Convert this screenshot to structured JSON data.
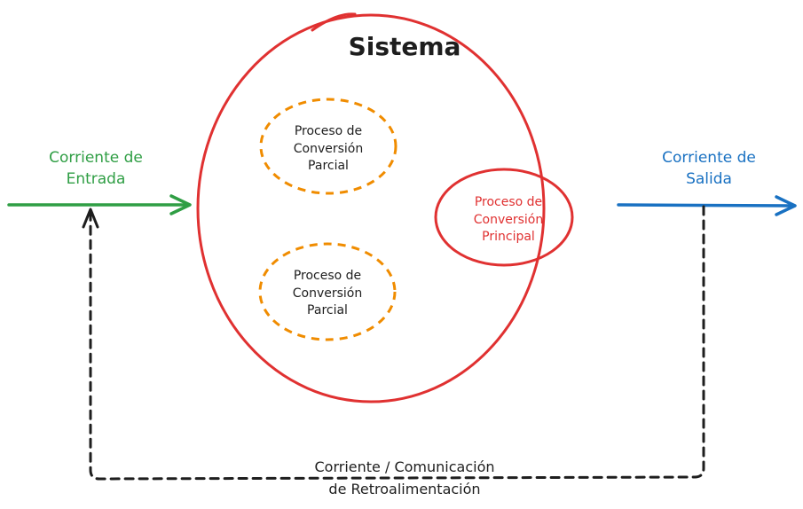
{
  "system": {
    "title": "Sistema"
  },
  "processes": {
    "partial_top": [
      "Proceso de",
      "Conversión",
      "Parcial"
    ],
    "partial_bottom": [
      "Proceso de",
      "Conversión",
      "Parcial"
    ],
    "main": [
      "Proceso de",
      "Conversión",
      "Principal"
    ]
  },
  "streams": {
    "input": [
      "Corriente de",
      "Entrada"
    ],
    "output": [
      "Corriente de",
      "Salida"
    ],
    "feedback": [
      "Corriente / Comunicación",
      "de Retroalimentación"
    ]
  },
  "colors": {
    "system": "#e03131",
    "partial": "#f08c00",
    "main": "#e03131",
    "input": "#2f9e44",
    "output": "#1971c2",
    "feedback": "#1e1e1e"
  }
}
